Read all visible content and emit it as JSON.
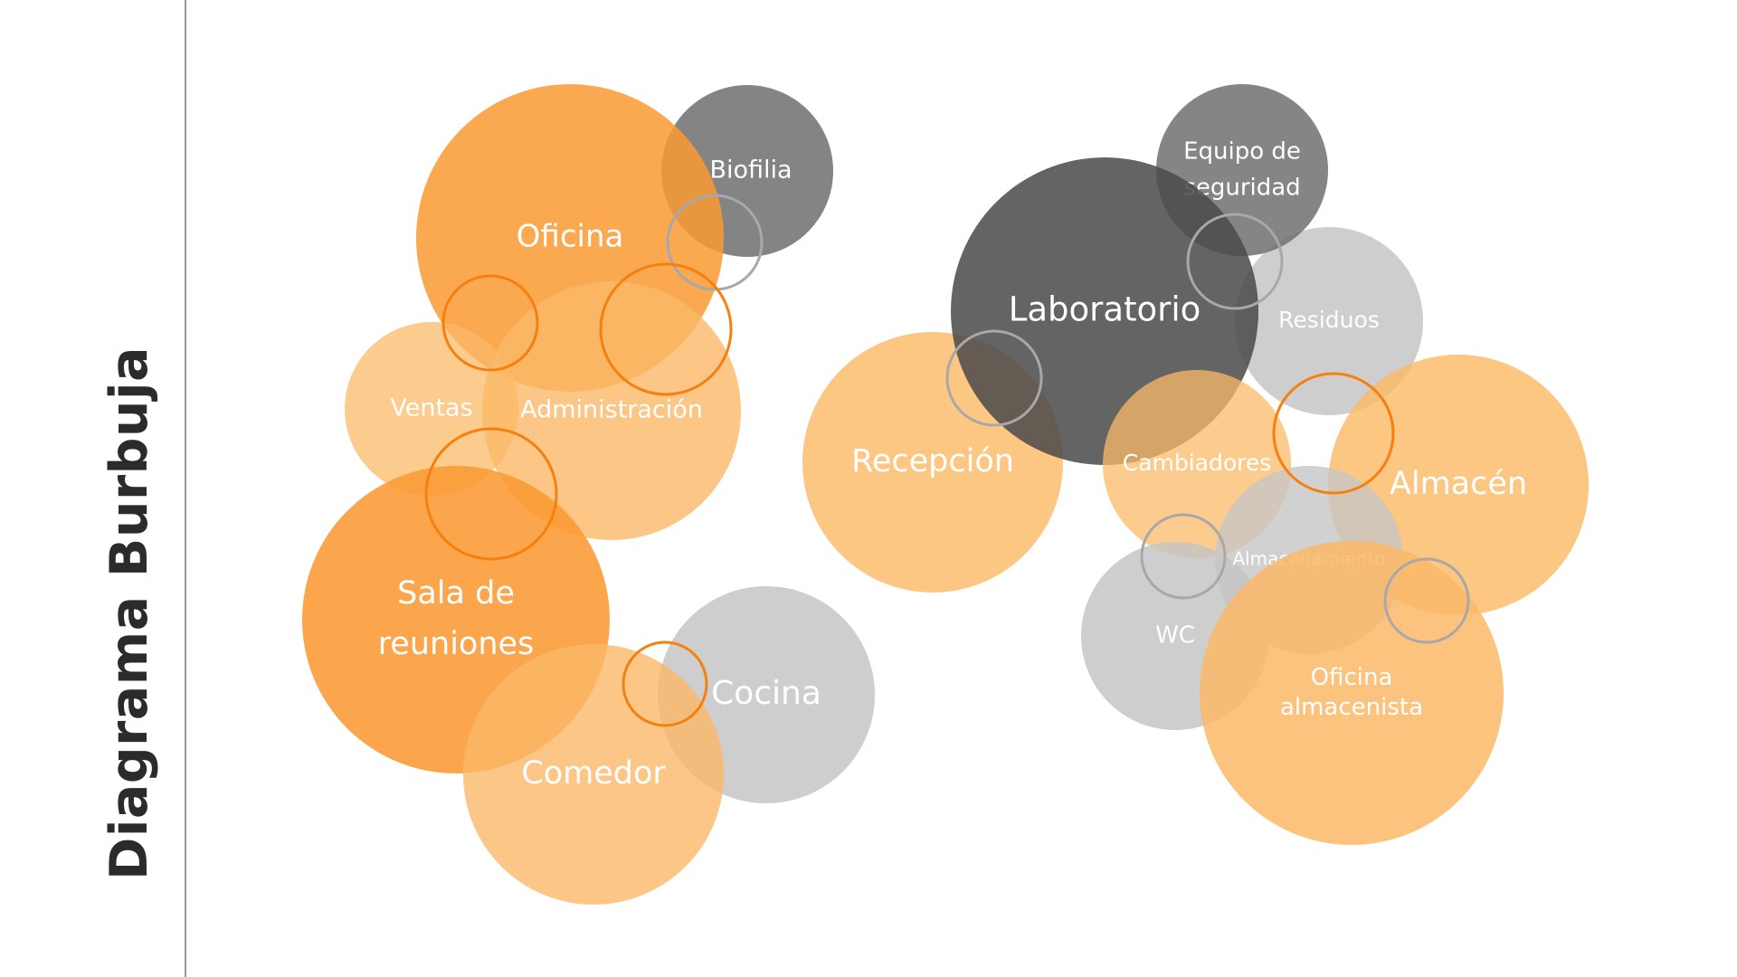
{
  "title": "Diagrama Burbuja",
  "colors": {
    "orange_strong": "#FA9A33",
    "orange_light": "#FBB968",
    "dark_gray": "#575757",
    "mid_gray": "#7A7A7A",
    "light_gray": "#C9C9C9",
    "connector_orange": "#F5800E",
    "connector_gray": "#A8A8A8"
  },
  "bubbles": [
    {
      "id": "biofilia",
      "label": [
        "Biofilia"
      ],
      "color": "#6F6F6F",
      "opacity": 0.85
    },
    {
      "id": "oficina",
      "label": [
        "Oficina"
      ],
      "color": "#FA9A33",
      "opacity": 0.85
    },
    {
      "id": "ventas",
      "label": [
        "Ventas"
      ],
      "color": "#FBB968",
      "opacity": 0.75
    },
    {
      "id": "administracion",
      "label": [
        "Administración"
      ],
      "color": "#FBB968",
      "opacity": 0.8
    },
    {
      "id": "sala-de-reuniones",
      "label": [
        "Sala de",
        "reuniones"
      ],
      "color": "#FA9A33",
      "opacity": 0.88
    },
    {
      "id": "cocina",
      "label": [
        "Cocina"
      ],
      "color": "#C6C6C6",
      "opacity": 0.85
    },
    {
      "id": "comedor",
      "label": [
        "Comedor"
      ],
      "color": "#FBB968",
      "opacity": 0.8
    },
    {
      "id": "recepcion",
      "label": [
        "Recepción"
      ],
      "color": "#FBB968",
      "opacity": 0.82
    },
    {
      "id": "residuos",
      "label": [
        "Residuos"
      ],
      "color": "#C6C6C6",
      "opacity": 0.85
    },
    {
      "id": "equipo-de-seguridad",
      "label": [
        "Equipo de",
        "seguridad"
      ],
      "color": "#707070",
      "opacity": 0.85
    },
    {
      "id": "laboratorio",
      "label": [
        "Laboratorio"
      ],
      "color": "#4A4A4A",
      "opacity": 0.86
    },
    {
      "id": "cambiadores",
      "label": [
        "Cambiadores"
      ],
      "color": "#FBB968",
      "opacity": 0.75
    },
    {
      "id": "almacen",
      "label": [
        "Almacén"
      ],
      "color": "#FBB968",
      "opacity": 0.82
    },
    {
      "id": "wc",
      "label": [
        "WC"
      ],
      "color": "#C6C6C6",
      "opacity": 0.85
    },
    {
      "id": "almacenamiento",
      "label": [
        "Almacenamiento"
      ],
      "color": "#C6C6C6",
      "opacity": 0.8
    },
    {
      "id": "oficina-almacenista",
      "label": [
        "Oficina",
        "almacenista"
      ],
      "color": "#FBB968",
      "opacity": 0.85
    }
  ],
  "connectors": [
    {
      "id": "oficina-biofilia",
      "color": "#A8A8A8"
    },
    {
      "id": "oficina-ventas",
      "color": "#F5800E"
    },
    {
      "id": "oficina-administracion",
      "color": "#F5800E"
    },
    {
      "id": "ventas-sala",
      "color": "#F5800E"
    },
    {
      "id": "comedor-cocina",
      "color": "#F5800E"
    },
    {
      "id": "recepcion-laboratorio",
      "color": "#A8A8A8"
    },
    {
      "id": "laboratorio-equipo",
      "color": "#A8A8A8"
    },
    {
      "id": "residuos-almacen",
      "color": "#F5800E"
    },
    {
      "id": "cambiadores-wc",
      "color": "#A8A8A8"
    },
    {
      "id": "almacen-almacenamiento",
      "color": "#A8A8A8"
    }
  ]
}
